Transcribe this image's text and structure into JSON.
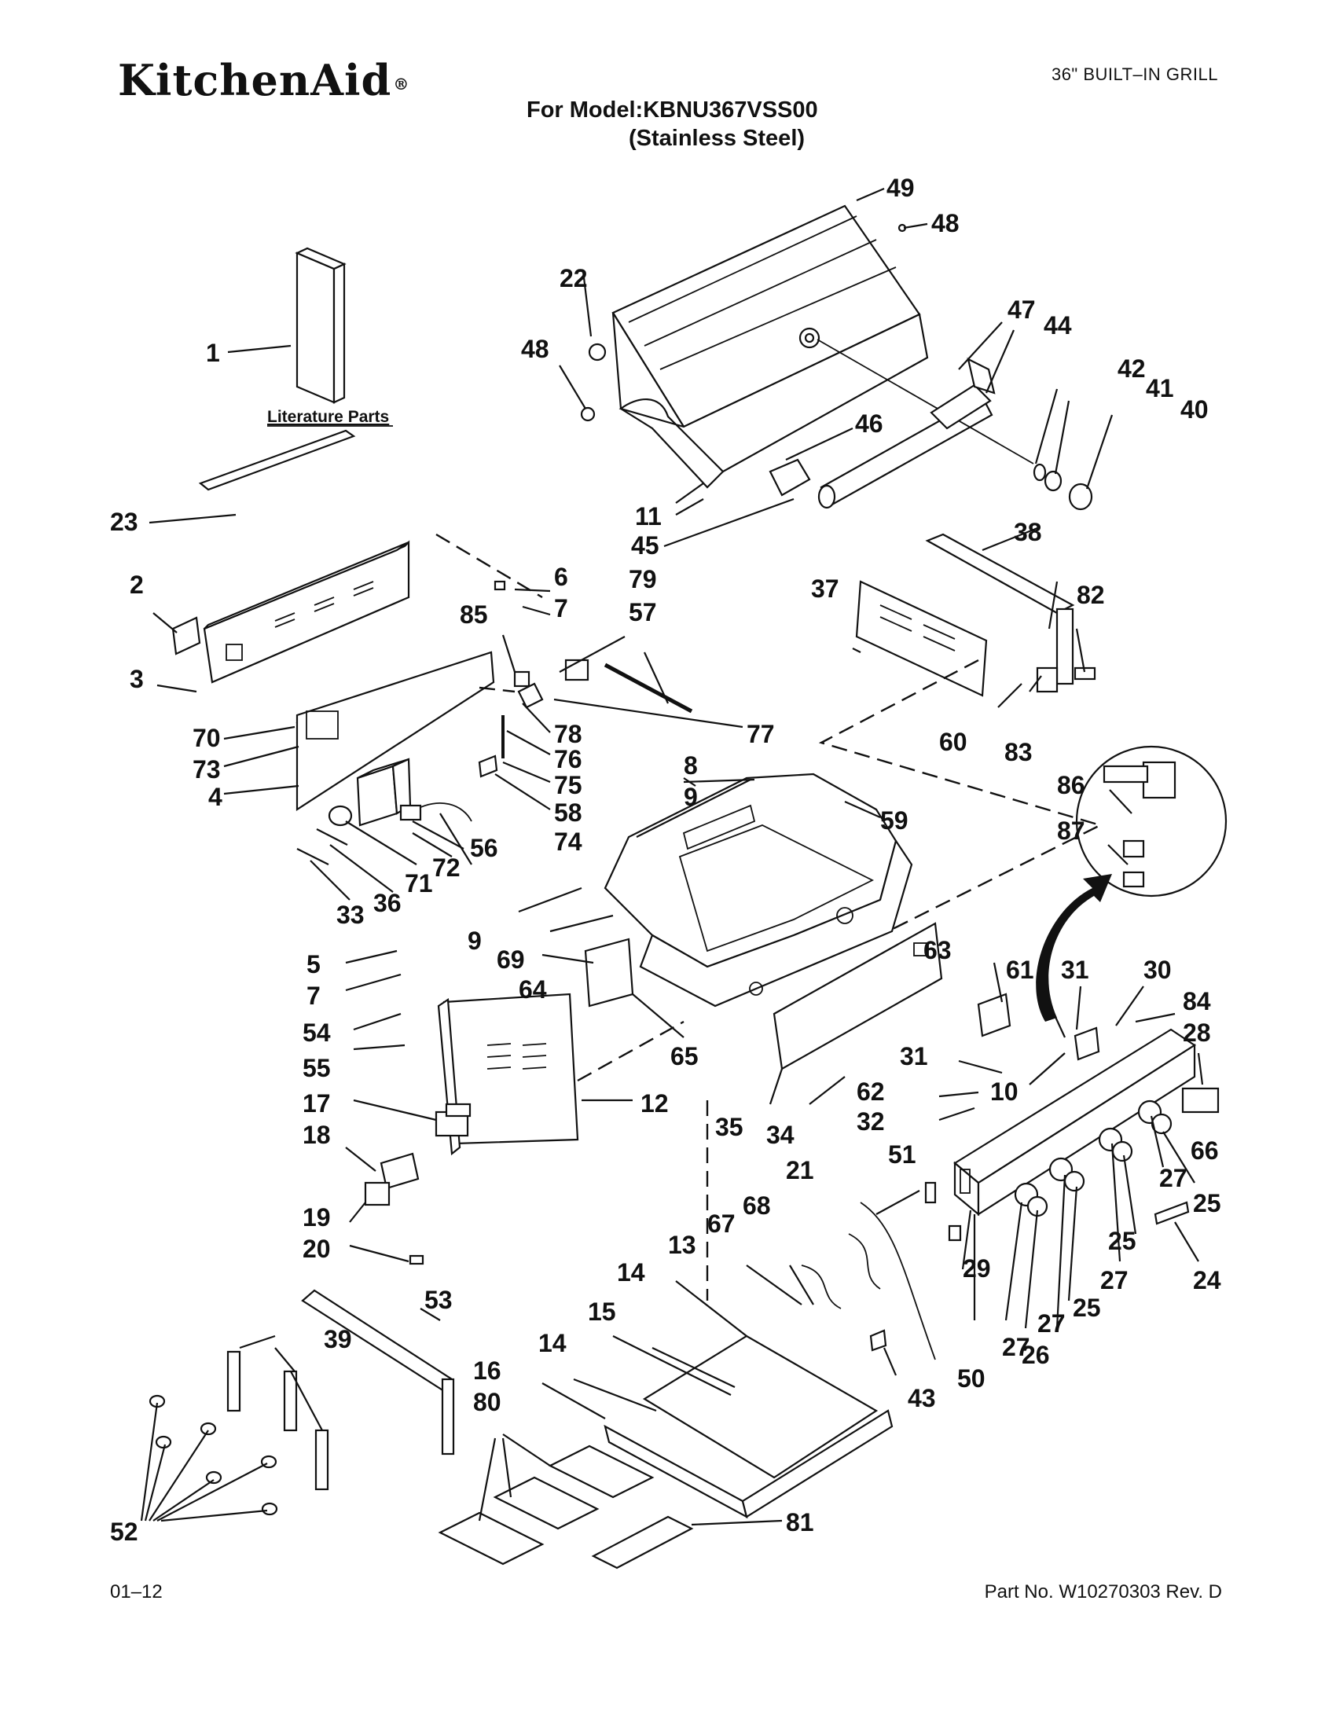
{
  "header": {
    "brand": "KitchenAid",
    "brand_mark": "®",
    "product_type": "36\" BUILT–IN GRILL",
    "model_line": "For Model:KBNU367VSS00",
    "finish_line": "(Stainless Steel)"
  },
  "footer": {
    "date_code": "01–12",
    "part_number": "Part No. W10270303 Rev. D"
  },
  "literature_label": "Literature Parts",
  "callouts": {
    "c1": "1",
    "c2": "2",
    "c3": "3",
    "c4": "4",
    "c5": "5",
    "c6": "6",
    "c7a": "7",
    "c7b": "7",
    "c8": "8",
    "c9a": "9",
    "c9b": "9",
    "c10": "10",
    "c11": "11",
    "c12": "12",
    "c13": "13",
    "c14a": "14",
    "c14b": "14",
    "c15": "15",
    "c16": "16",
    "c17": "17",
    "c18": "18",
    "c19": "19",
    "c20": "20",
    "c21": "21",
    "c22": "22",
    "c23": "23",
    "c24": "24",
    "c25a": "25",
    "c25b": "25",
    "c25c": "25",
    "c26": "26",
    "c27a": "27",
    "c27b": "27",
    "c27c": "27",
    "c27d": "27",
    "c28": "28",
    "c29": "29",
    "c30": "30",
    "c31a": "31",
    "c31b": "31",
    "c32": "32",
    "c33": "33",
    "c34": "34",
    "c35": "35",
    "c36": "36",
    "c37": "37",
    "c38": "38",
    "c39": "39",
    "c40": "40",
    "c41": "41",
    "c42": "42",
    "c43": "43",
    "c44": "44",
    "c45": "45",
    "c46": "46",
    "c47": "47",
    "c48a": "48",
    "c48b": "48",
    "c49": "49",
    "c50": "50",
    "c51": "51",
    "c52": "52",
    "c53": "53",
    "c54": "54",
    "c55": "55",
    "c56": "56",
    "c57": "57",
    "c58": "58",
    "c59": "59",
    "c60": "60",
    "c61": "61",
    "c62": "62",
    "c63": "63",
    "c64": "64",
    "c65": "65",
    "c66": "66",
    "c67": "67",
    "c68": "68",
    "c69": "69",
    "c70": "70",
    "c71": "71",
    "c72": "72",
    "c73": "73",
    "c74": "74",
    "c75": "75",
    "c76": "76",
    "c77": "77",
    "c78": "78",
    "c79": "79",
    "c80": "80",
    "c81": "81",
    "c82": "82",
    "c83": "83",
    "c84": "84",
    "c85": "85",
    "c86": "86",
    "c87": "87"
  }
}
